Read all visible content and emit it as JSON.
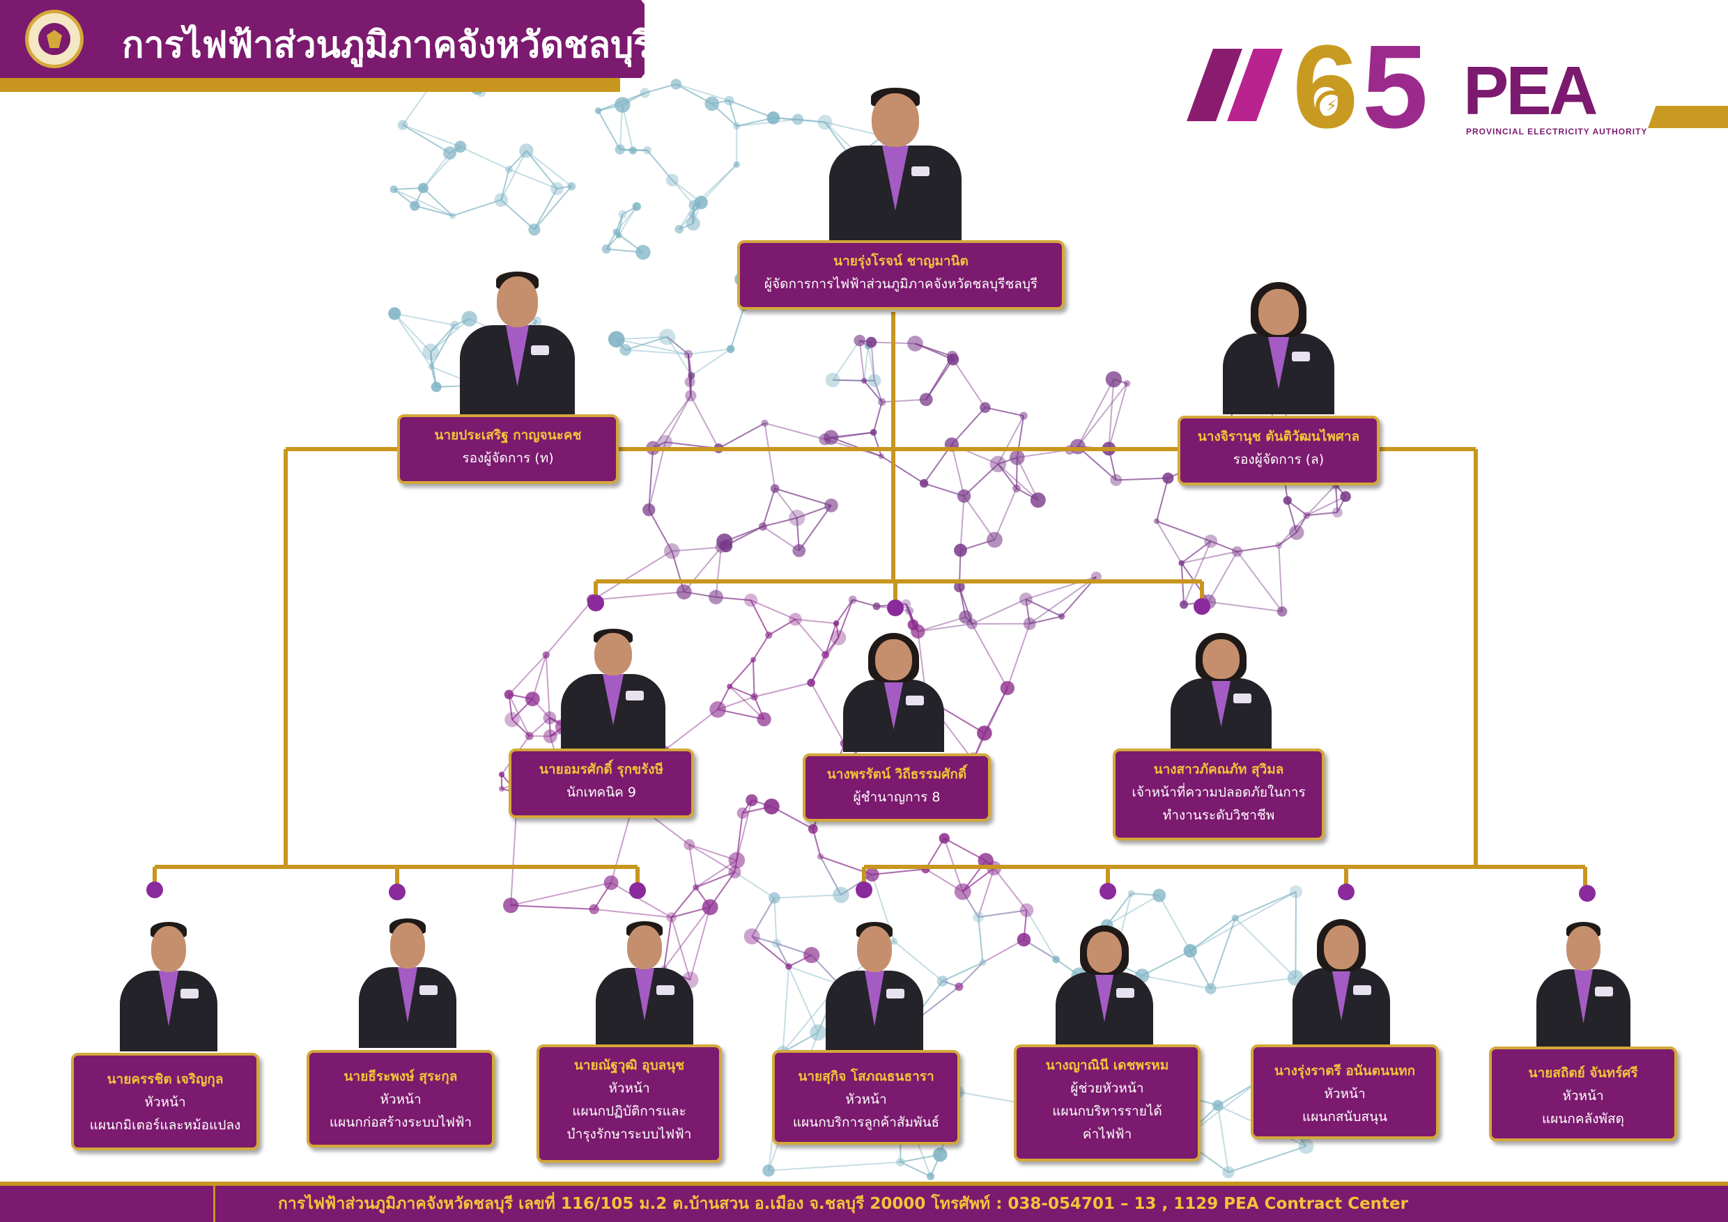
{
  "header": {
    "title": "การไฟฟ้าส่วนภูมิภาคจังหวัดชลบุรี"
  },
  "brand": {
    "number_six": "6",
    "number_five": "5",
    "logo_text": "PEA",
    "logo_subtext": "PROVINCIAL ELECTRICITY AUTHORITY"
  },
  "colors": {
    "purple": "#7b1a6e",
    "gold": "#c8961e",
    "name_yellow": "#f2c43a",
    "node_purple": "#8a2a9c"
  },
  "people": {
    "manager": {
      "name": "นายรุ่งโรจน์ ชาญมานิต",
      "lines": [
        "ผู้จัดการการไฟฟ้าส่วนภูมิภาคจังหวัดชลบุรีชลบุรี"
      ]
    },
    "deputy_t": {
      "name": "นายประเสริฐ กาญจนะคช",
      "lines": [
        "รองผู้จัดการ (ท)"
      ]
    },
    "deputy_l": {
      "name": "นางจิรานุช ตันติวัฒนไพศาล",
      "lines": [
        "รองผู้จัดการ (ล)"
      ]
    },
    "technician": {
      "name": "นายอมรศักดิ์ รุกขรังษี",
      "lines": [
        "นักเทคนิค 9"
      ]
    },
    "specialist": {
      "name": "นางพรรัตน์ วิถีธรรมศักดิ์",
      "lines": [
        "ผู้ชำนาญการ 8"
      ]
    },
    "safety": {
      "name": "นางสาวภัคณภัท สุวิมล",
      "lines": [
        "เจ้าหน้าที่ความปลอดภัยในการ",
        "ทำงานระดับวิชาชีพ"
      ]
    },
    "meter": {
      "name": "นายครรชิต เจริญกุล",
      "lines": [
        "หัวหน้า",
        "แผนกมิเตอร์และหม้อแปลง"
      ]
    },
    "construction": {
      "name": "นายธีระพงษ์ สุระกุล",
      "lines": [
        "หัวหน้า",
        "แผนกก่อสร้างระบบไฟฟ้า"
      ]
    },
    "operations": {
      "name": "นายณัฐวุฒิ อุบลนุช",
      "lines": [
        "หัวหน้า",
        "แผนกปฏิบัติการและ",
        "บำรุงรักษาระบบไฟฟ้า"
      ]
    },
    "customer": {
      "name": "นายสุกิจ โสภณธนธารา",
      "lines": [
        "หัวหน้า",
        "แผนกบริการลูกค้าสัมพันธ์"
      ]
    },
    "revenue": {
      "name": "นางญาณินี เดชพรหม",
      "lines": [
        "ผู้ช่วยหัวหน้า",
        "แผนกบริหารรายได้",
        "ค่าไฟฟ้า"
      ]
    },
    "support": {
      "name": "นางรุ่งราตรี อนันตนนทก",
      "lines": [
        "หัวหน้า",
        "แผนกสนับสนุน"
      ]
    },
    "warehouse": {
      "name": "นายสถิตย์ จันทร์ศรี",
      "lines": [
        "หัวหน้า",
        "แผนกคลังพัสดุ"
      ]
    }
  },
  "footer": {
    "text": "การไฟฟ้าส่วนภูมิภาคจังหวัดชลบุรี  เลขที่ 116/105 ม.2 ต.บ้านสวน อ.เมือง จ.ชลบุรี 20000 โทรศัพท์ : 038-054701 – 13 , 1129 PEA Contract Center"
  }
}
